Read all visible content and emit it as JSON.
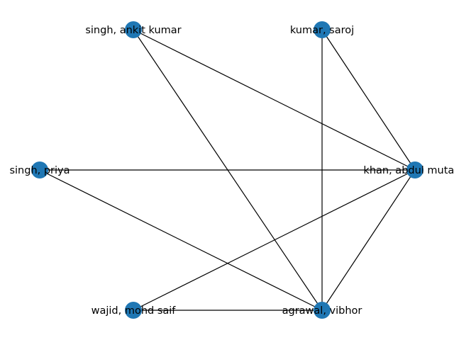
{
  "graph": {
    "node_color": "#1f77b4",
    "edge_color": "#000000",
    "nodes": [
      {
        "id": "singh_ankit",
        "label": "singh, ankit kumar"
      },
      {
        "id": "kumar_saroj",
        "label": "kumar, saroj"
      },
      {
        "id": "singh_priya",
        "label": "singh, priya"
      },
      {
        "id": "khan_abdul",
        "label": "khan, abdul mutalib"
      },
      {
        "id": "wajid_saif",
        "label": "wajid, mohd saif"
      },
      {
        "id": "agrawal_vibhor",
        "label": "agrawal, vibhor"
      }
    ],
    "edges": [
      [
        "singh_ankit",
        "khan_abdul"
      ],
      [
        "singh_ankit",
        "agrawal_vibhor"
      ],
      [
        "kumar_saroj",
        "khan_abdul"
      ],
      [
        "kumar_saroj",
        "agrawal_vibhor"
      ],
      [
        "singh_priya",
        "khan_abdul"
      ],
      [
        "singh_priya",
        "agrawal_vibhor"
      ],
      [
        "khan_abdul",
        "wajid_saif"
      ],
      [
        "khan_abdul",
        "agrawal_vibhor"
      ],
      [
        "wajid_saif",
        "agrawal_vibhor"
      ]
    ]
  }
}
